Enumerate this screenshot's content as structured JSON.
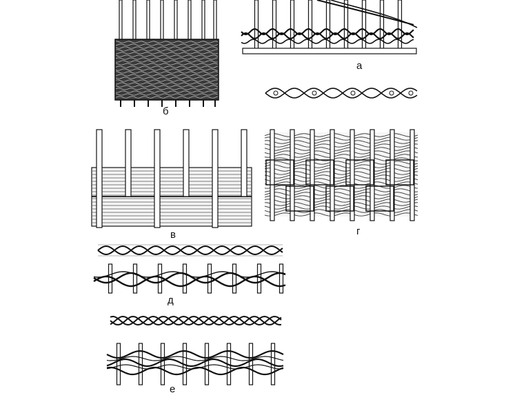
{
  "figure": {
    "labels": {
      "a": "а",
      "b": "б",
      "v": "в",
      "g": "г",
      "d": "д",
      "e": "е"
    }
  }
}
